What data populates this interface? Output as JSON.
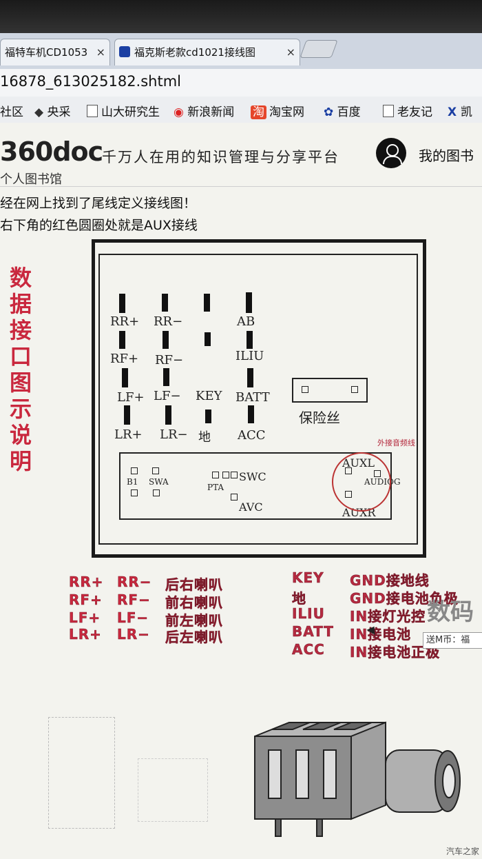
{
  "tabs": [
    {
      "title": "福特车机CD1053",
      "close": "×"
    },
    {
      "title": "福克斯老款cd1021接线图",
      "close": "×"
    }
  ],
  "url": "16878_613025182.shtml",
  "bookmarks": [
    "社区",
    "央采",
    "山大研究生",
    "新浪新闻",
    "淘宝网",
    "百度",
    "老友记",
    "凯"
  ],
  "site": {
    "logo": "360doc",
    "logo_sub": "个人图书馆",
    "slogan": "千万人在用的知识管理与分享平台",
    "my_library": "我的图书"
  },
  "article": {
    "line1": "经在网上找到了尾线定义接线图！",
    "line2": "右下角的红色圆圈处就是AUX接线",
    "vertical_title": [
      "数",
      "据",
      "接",
      "口",
      "图",
      "示",
      "说",
      "明"
    ]
  },
  "diagram": {
    "pins": [
      "RR+",
      "RF+",
      "LF+",
      "LR+",
      "RR−",
      "RF−",
      "LF−",
      "LR−",
      "KEY",
      "地",
      "AB",
      "ILIU",
      "BATT",
      "ACC"
    ],
    "fuse": "保险丝",
    "small": [
      "B1",
      "SWA",
      "PTA",
      "SWC",
      "AVC",
      "AUXL",
      "AUDIOG",
      "AUXR"
    ],
    "external_note": "外接音频线"
  },
  "legend": {
    "left": [
      [
        "RR+",
        "RR−",
        "后右喇叭"
      ],
      [
        "RF+",
        "RF−",
        "前右喇叭"
      ],
      [
        "LF+",
        "LF−",
        "前左喇叭"
      ],
      [
        "LR+",
        "LR−",
        "后左喇叭"
      ]
    ],
    "right": [
      [
        "KEY",
        "GND接地线"
      ],
      [
        "地",
        "GND接电池负极"
      ],
      [
        "ILIU",
        "IN接灯光控"
      ],
      [
        "BATT",
        "IN接电池"
      ],
      [
        "ACC",
        "IN接电池正极"
      ]
    ]
  },
  "overlay": {
    "watermark": "数码",
    "tooltip": "送M币：福"
  },
  "footer": "汽车之家"
}
